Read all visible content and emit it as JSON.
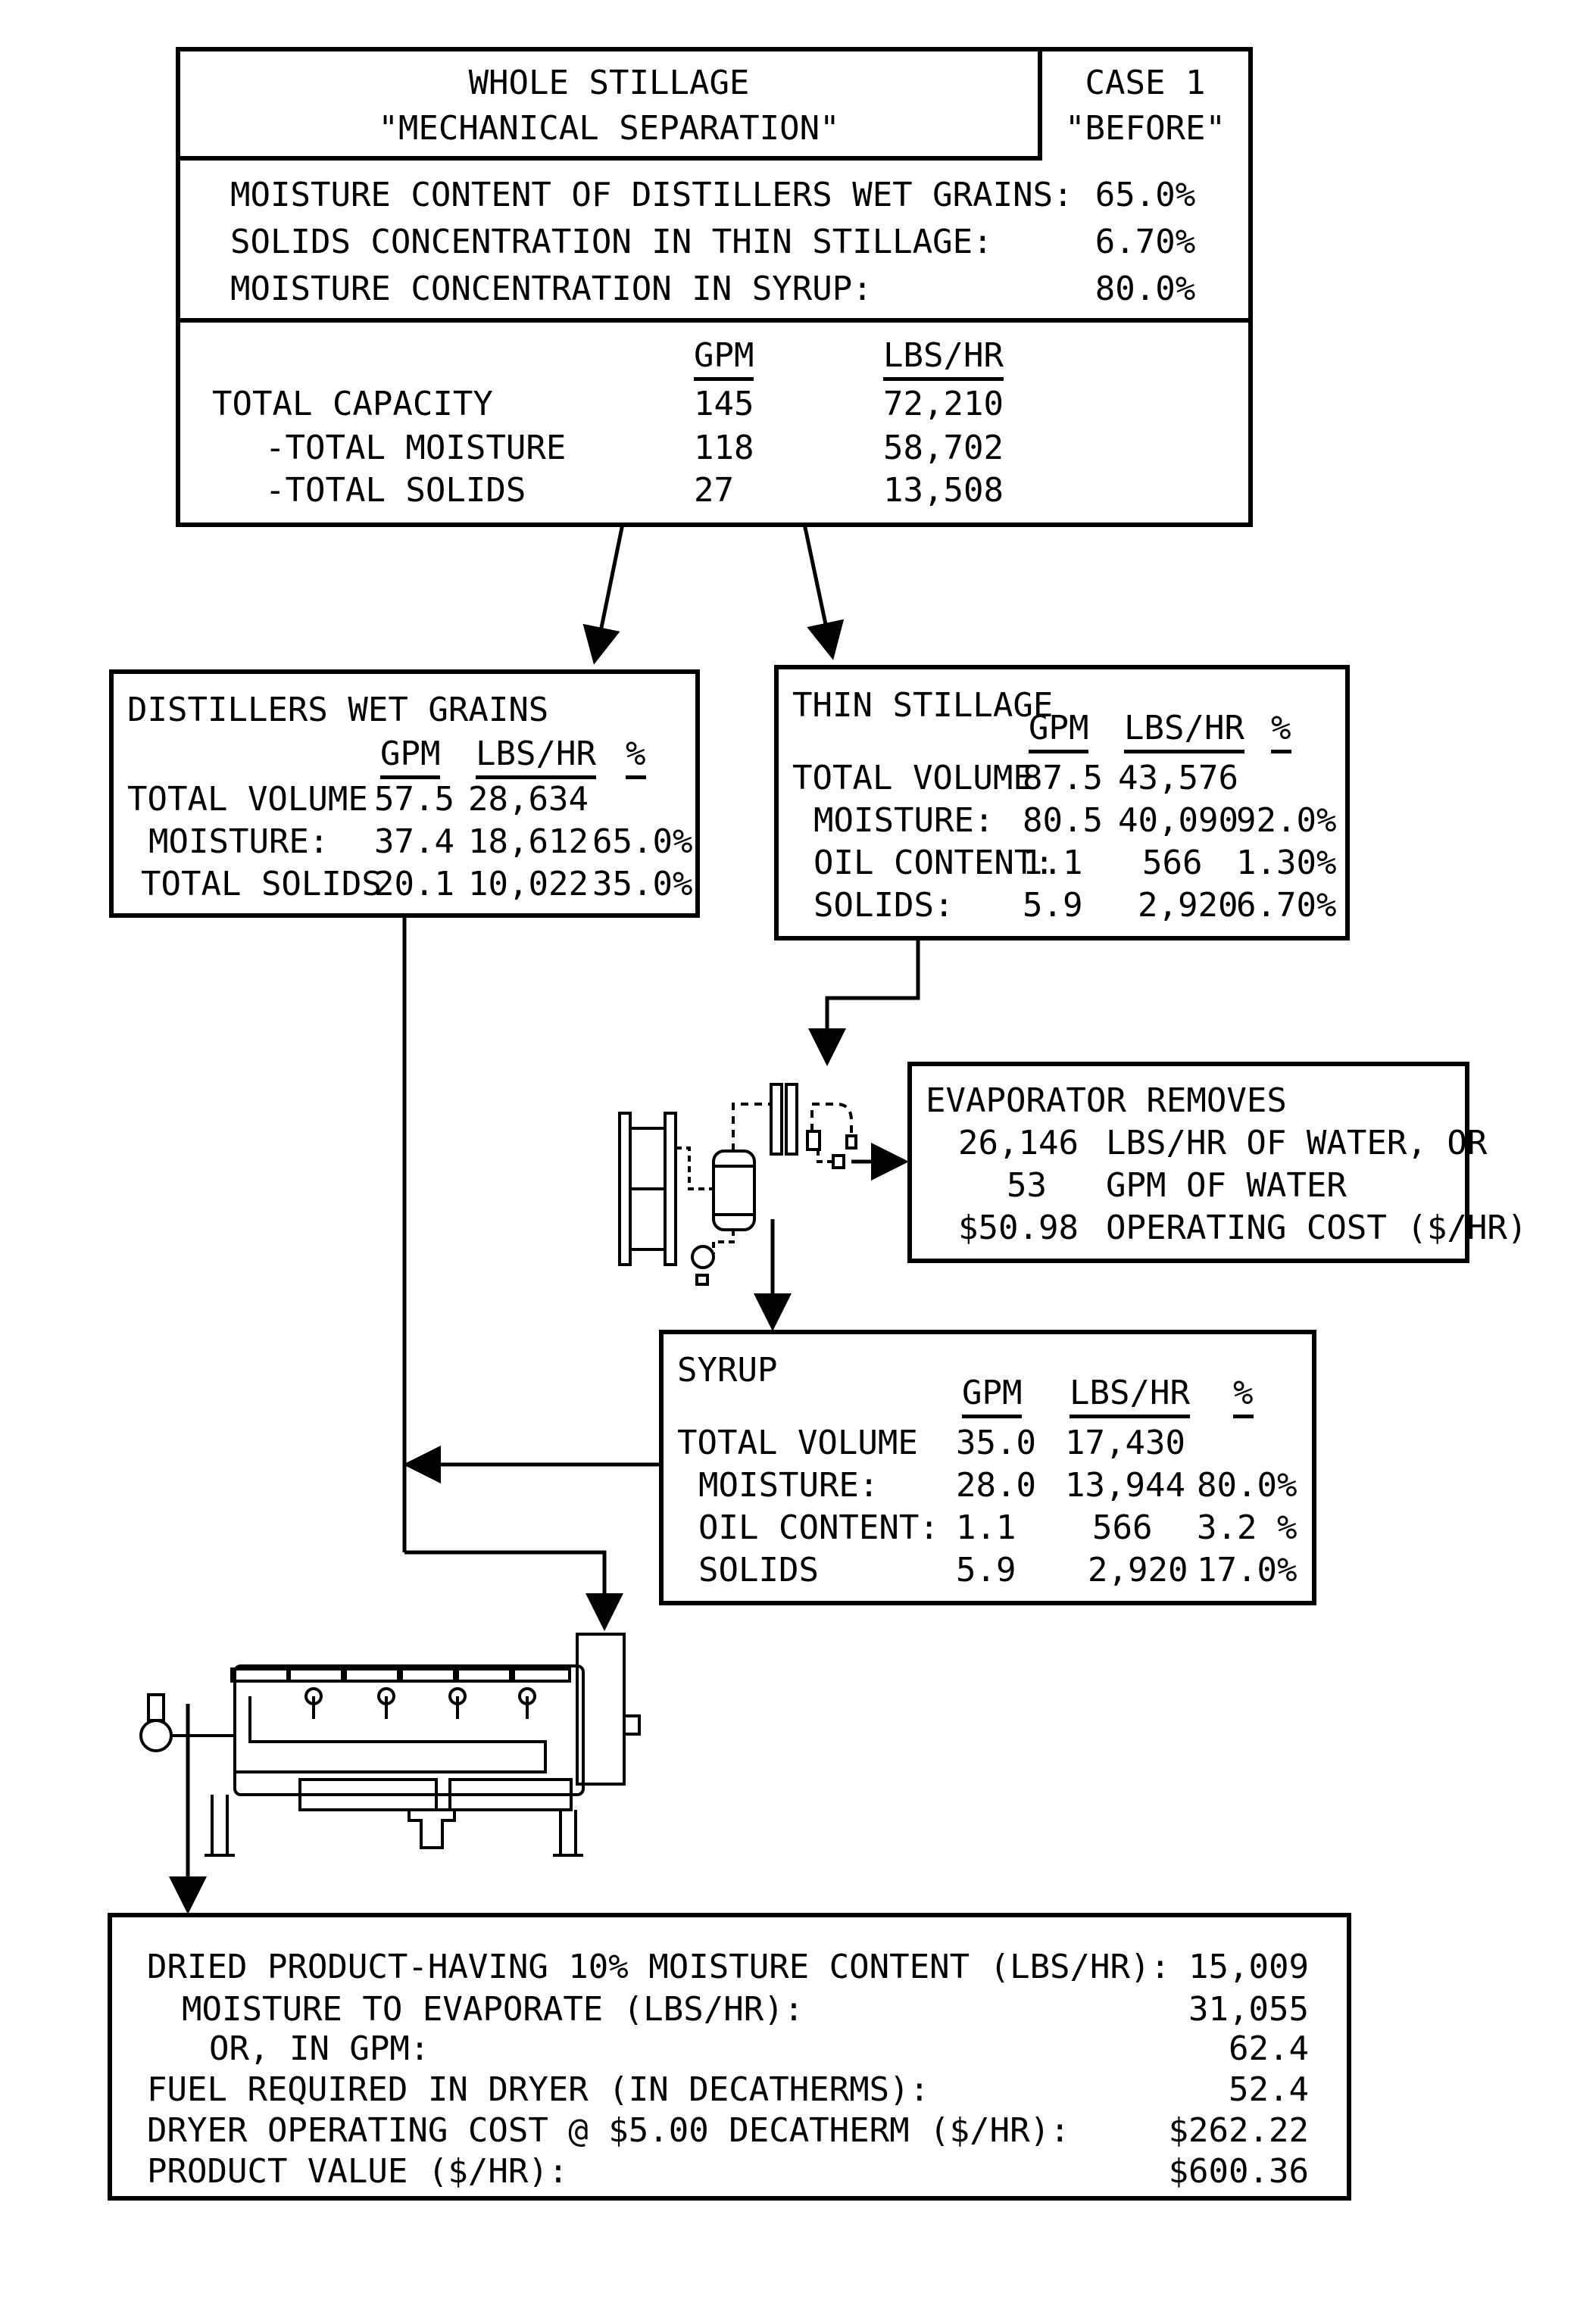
{
  "header": {
    "title_line1": "WHOLE STILLAGE",
    "title_line2": "\"MECHANICAL SEPARATION\"",
    "case_line1": "CASE 1",
    "case_line2": "\"BEFORE\"",
    "params": [
      {
        "label": "MOISTURE CONTENT OF DISTILLERS WET GRAINS:",
        "value": "65.0%"
      },
      {
        "label": "SOLIDS CONCENTRATION IN THIN STILLAGE:",
        "value": "6.70%"
      },
      {
        "label": "MOISTURE CONCENTRATION IN SYRUP:",
        "value": "80.0%"
      }
    ],
    "col_gpm": "GPM",
    "col_lbs": "LBS/HR",
    "rows": [
      {
        "label": "TOTAL CAPACITY",
        "gpm": "145",
        "lbs": "72,210"
      },
      {
        "label": "-TOTAL MOISTURE",
        "gpm": "118",
        "lbs": "58,702"
      },
      {
        "label": "-TOTAL SOLIDS",
        "gpm": "27",
        "lbs": "13,508"
      }
    ]
  },
  "dwg": {
    "title": "DISTILLERS WET GRAINS",
    "col_gpm": "GPM",
    "col_lbs": "LBS/HR",
    "col_pct": "%",
    "rows": [
      {
        "label": "TOTAL VOLUME",
        "gpm": "57.5",
        "lbs": "28,634",
        "pct": ""
      },
      {
        "label": "MOISTURE:",
        "gpm": "37.4",
        "lbs": "18,612",
        "pct": "65.0%"
      },
      {
        "label": "TOTAL SOLIDS",
        "gpm": "20.1",
        "lbs": "10,022",
        "pct": "35.0%"
      }
    ]
  },
  "thin": {
    "title": "THIN STILLAGE",
    "col_gpm": "GPM",
    "col_lbs": "LBS/HR",
    "col_pct": "%",
    "rows": [
      {
        "label": "TOTAL VOLUME",
        "gpm": "87.5",
        "lbs": "43,576",
        "pct": ""
      },
      {
        "label": "MOISTURE:",
        "gpm": "80.5",
        "lbs": "40,090",
        "pct": "92.0%"
      },
      {
        "label": "OIL CONTENT:",
        "gpm": "1.1",
        "lbs": "566",
        "pct": "1.30%"
      },
      {
        "label": "SOLIDS:",
        "gpm": "5.9",
        "lbs": "2,920",
        "pct": "6.70%"
      }
    ]
  },
  "evap": {
    "title": "EVAPORATOR REMOVES",
    "rows": [
      {
        "value": "26,146",
        "text": "LBS/HR OF WATER, OR"
      },
      {
        "value": "53",
        "text": "GPM OF WATER"
      },
      {
        "value": "$50.98",
        "text": "OPERATING COST ($/HR)"
      }
    ]
  },
  "syrup": {
    "title": "SYRUP",
    "col_gpm": "GPM",
    "col_lbs": "LBS/HR",
    "col_pct": "%",
    "rows": [
      {
        "label": "TOTAL VOLUME",
        "gpm": "35.0",
        "lbs": "17,430",
        "pct": ""
      },
      {
        "label": "MOISTURE:",
        "gpm": "28.0",
        "lbs": "13,944",
        "pct": "80.0%"
      },
      {
        "label": "OIL CONTENT:",
        "gpm": "1.1",
        "lbs": "566",
        "pct": "3.2 %"
      },
      {
        "label": "SOLIDS",
        "gpm": "5.9",
        "lbs": "2,920",
        "pct": "17.0%"
      }
    ]
  },
  "dryer": {
    "rows": [
      {
        "label": "DRIED PRODUCT-HAVING 10% MOISTURE CONTENT (LBS/HR):",
        "value": "15,009"
      },
      {
        "label": "MOISTURE TO EVAPORATE (LBS/HR):",
        "value": "31,055"
      },
      {
        "label": "OR, IN GPM:",
        "value": "62.4"
      },
      {
        "label": "FUEL REQUIRED IN DRYER (IN DECATHERMS):",
        "value": "52.4"
      },
      {
        "label": "DRYER OPERATING COST @ $5.00 DECATHERM ($/HR):",
        "value": "$262.22"
      },
      {
        "label": "PRODUCT VALUE ($/HR):",
        "value": "$600.36"
      }
    ]
  }
}
